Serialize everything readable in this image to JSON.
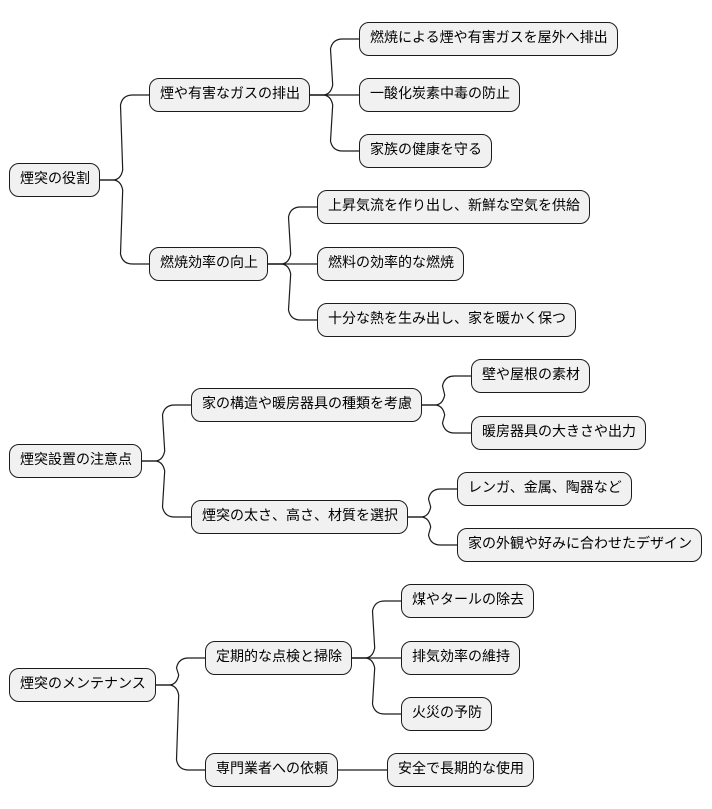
{
  "mindmap": {
    "trees": [
      {
        "label": "煙突の役割",
        "children": [
          {
            "label": "煙や有害なガスの排出",
            "children": [
              {
                "label": "燃焼による煙や有害ガスを屋外へ排出"
              },
              {
                "label": "一酸化炭素中毒の防止"
              },
              {
                "label": "家族の健康を守る"
              }
            ]
          },
          {
            "label": "燃焼効率の向上",
            "children": [
              {
                "label": "上昇気流を作り出し、新鮮な空気を供給"
              },
              {
                "label": "燃料の効率的な燃焼"
              },
              {
                "label": "十分な熱を生み出し、家を暖かく保つ"
              }
            ]
          }
        ]
      },
      {
        "label": "煙突設置の注意点",
        "children": [
          {
            "label": "家の構造や暖房器具の種類を考慮",
            "children": [
              {
                "label": "壁や屋根の素材"
              },
              {
                "label": "暖房器具の大きさや出力"
              }
            ]
          },
          {
            "label": "煙突の太さ、高さ、材質を選択",
            "children": [
              {
                "label": "レンガ、金属、陶器など"
              },
              {
                "label": "家の外観や好みに合わせたデザイン"
              }
            ]
          }
        ]
      },
      {
        "label": "煙突のメンテナンス",
        "children": [
          {
            "label": "定期的な点検と掃除",
            "children": [
              {
                "label": "煤やタールの除去"
              },
              {
                "label": "排気効率の維持"
              },
              {
                "label": "火災の予防"
              }
            ]
          },
          {
            "label": "専門業者への依頼",
            "children": [
              {
                "label": "安全で長期的な使用"
              }
            ]
          }
        ]
      }
    ]
  }
}
